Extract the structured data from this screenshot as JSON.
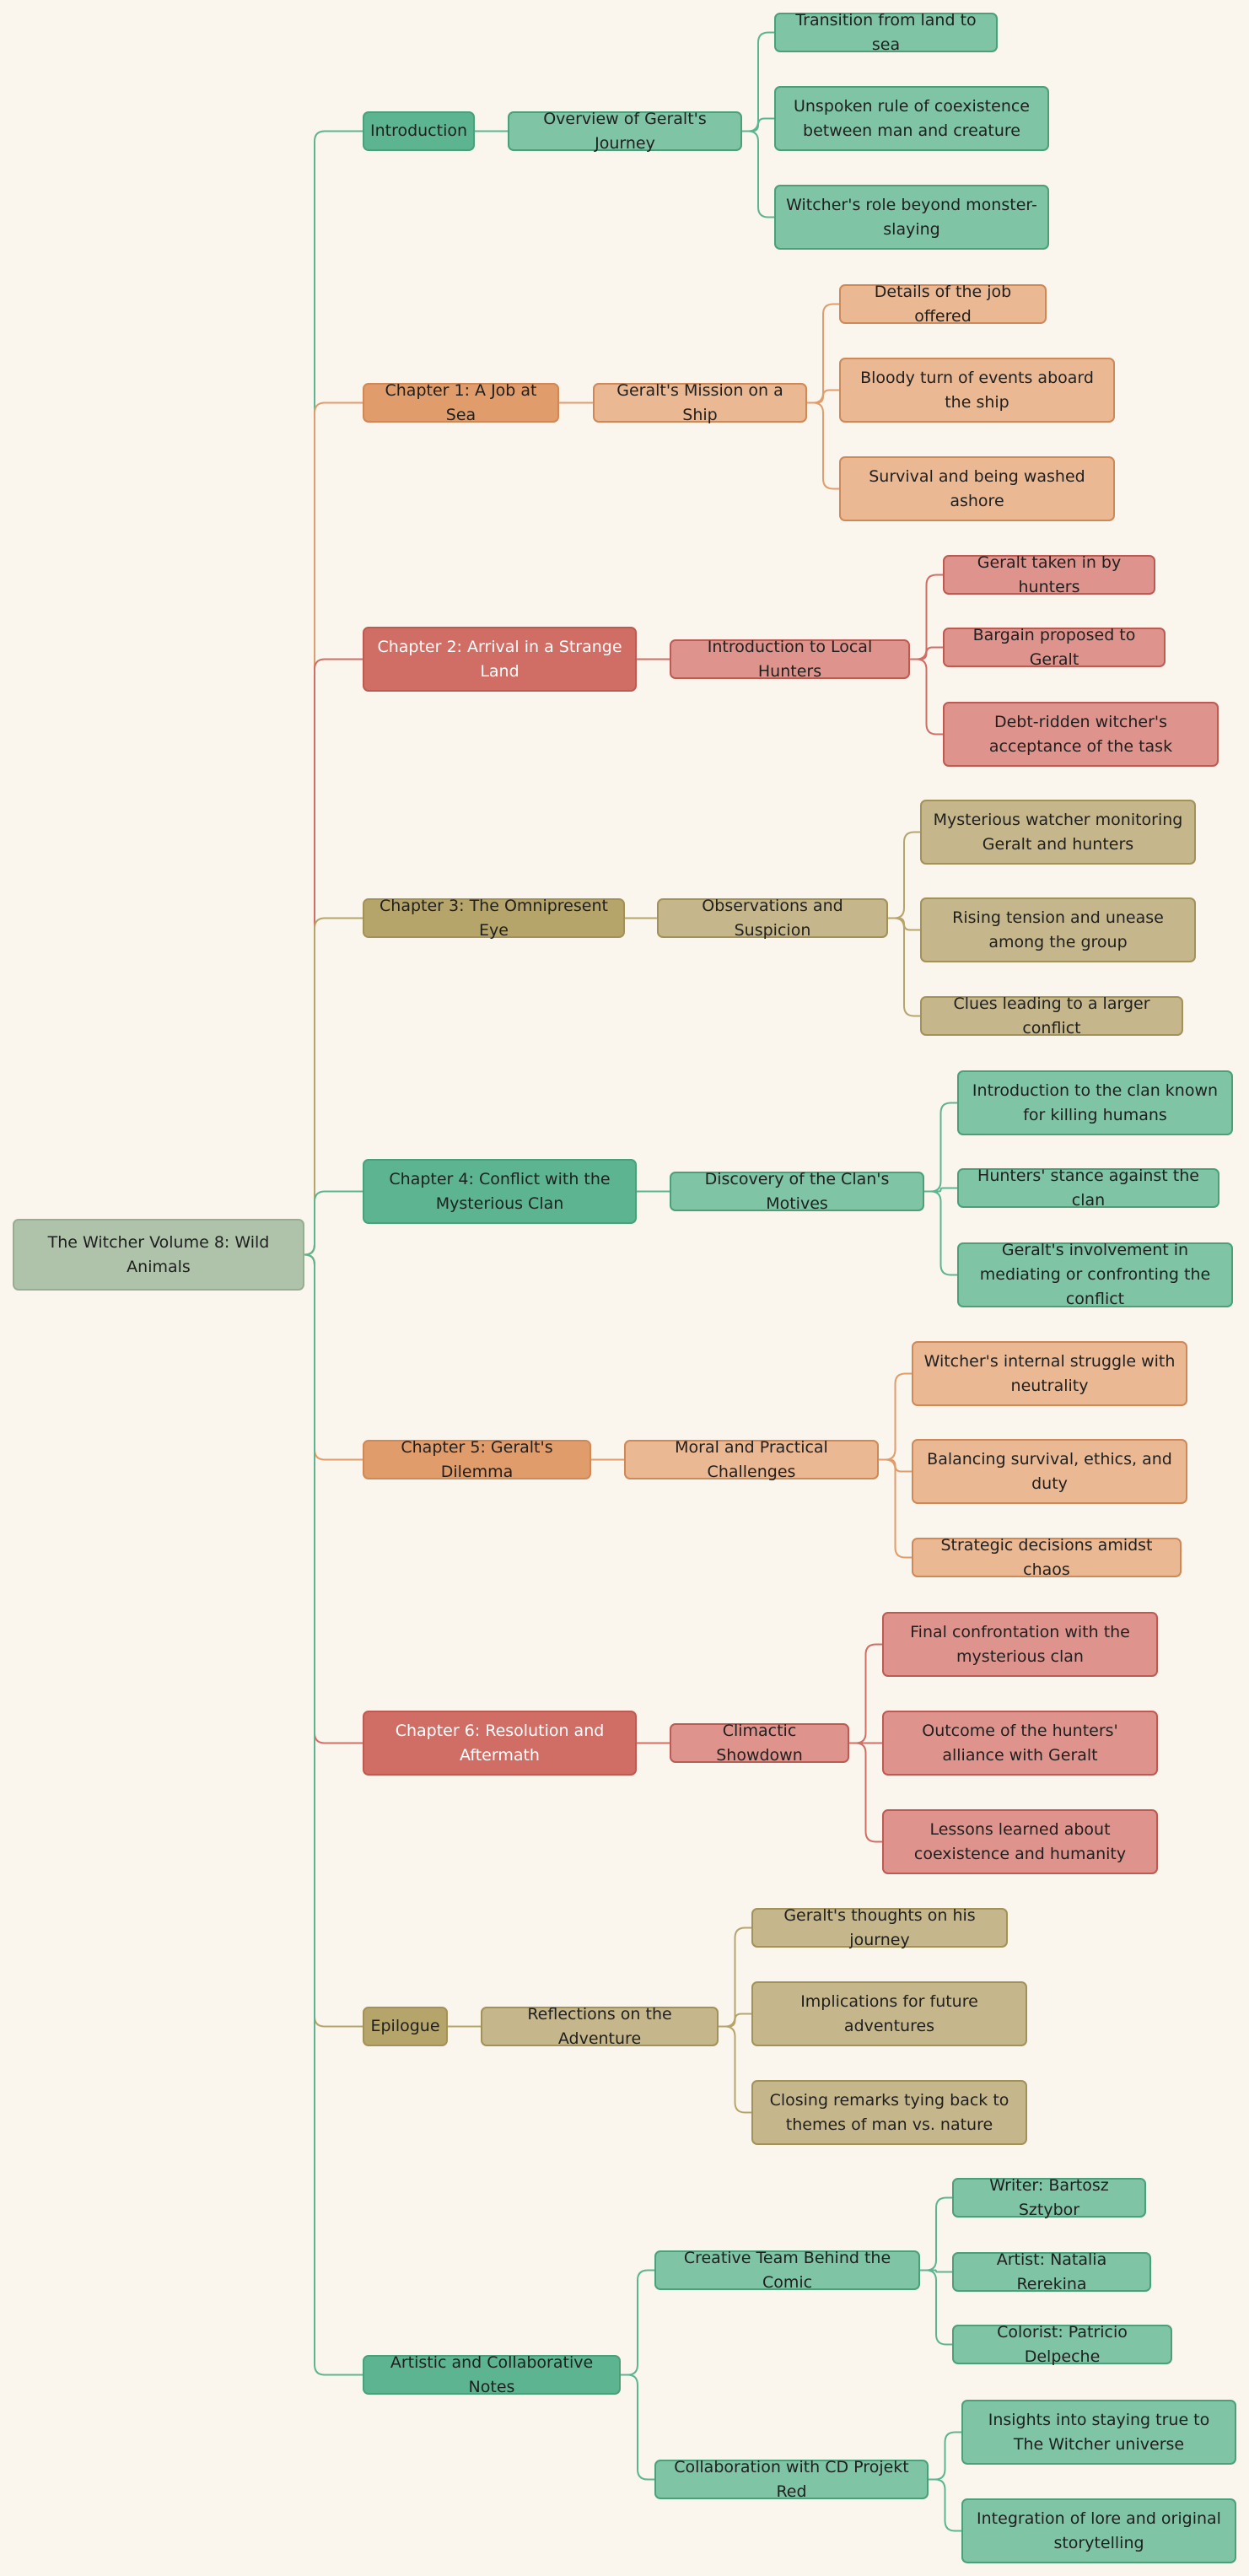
{
  "colors": {
    "background": "#faf5ed",
    "green": {
      "l1": "#5cb590",
      "l2": "#7fc4a5",
      "line": "#5cb590",
      "border": "#4aa079"
    },
    "orange": {
      "l1": "#e09c6a",
      "l2": "#eab893",
      "line": "#e09c6a",
      "border": "#cf8856"
    },
    "red": {
      "l1": "#d06e66",
      "l2": "#de948d",
      "line": "#d06e66",
      "border": "#bd5a52"
    },
    "olive": {
      "l1": "#b6a56a",
      "l2": "#c5b78b",
      "line": "#b6a56a",
      "border": "#a39257"
    },
    "root": {
      "fill": "#aec3a9",
      "border": "#97ad92"
    }
  },
  "mindmap": {
    "root": {
      "label": "The Witcher Volume 8: Wild Animals"
    },
    "branches": [
      {
        "label": "Introduction",
        "theme": "green",
        "children": [
          {
            "label": "Overview of Geralt's Journey",
            "children": [
              {
                "label": "Transition from land to sea"
              },
              {
                "label": "Unspoken rule of coexistence between man and creature"
              },
              {
                "label": "Witcher's role beyond monster-slaying"
              }
            ]
          }
        ]
      },
      {
        "label": "Chapter 1: A Job at Sea",
        "theme": "orange",
        "children": [
          {
            "label": "Geralt's Mission on a Ship",
            "children": [
              {
                "label": "Details of the job offered"
              },
              {
                "label": "Bloody turn of events aboard the ship"
              },
              {
                "label": "Survival and being washed ashore"
              }
            ]
          }
        ]
      },
      {
        "label": "Chapter 2: Arrival in a Strange Land",
        "theme": "red",
        "children": [
          {
            "label": "Introduction to Local Hunters",
            "children": [
              {
                "label": "Geralt taken in by hunters"
              },
              {
                "label": "Bargain proposed to Geralt"
              },
              {
                "label": "Debt-ridden witcher's acceptance of the task"
              }
            ]
          }
        ]
      },
      {
        "label": "Chapter 3: The Omnipresent Eye",
        "theme": "olive",
        "children": [
          {
            "label": "Observations and Suspicion",
            "children": [
              {
                "label": "Mysterious watcher monitoring Geralt and hunters"
              },
              {
                "label": "Rising tension and unease among the group"
              },
              {
                "label": "Clues leading to a larger conflict"
              }
            ]
          }
        ]
      },
      {
        "label": "Chapter 4: Conflict with the Mysterious Clan",
        "theme": "green",
        "children": [
          {
            "label": "Discovery of the Clan's Motives",
            "children": [
              {
                "label": "Introduction to the clan known for killing humans"
              },
              {
                "label": "Hunters' stance against the clan"
              },
              {
                "label": "Geralt's involvement in mediating or confronting the conflict"
              }
            ]
          }
        ]
      },
      {
        "label": "Chapter 5: Geralt's Dilemma",
        "theme": "orange",
        "children": [
          {
            "label": "Moral and Practical Challenges",
            "children": [
              {
                "label": "Witcher's internal struggle with neutrality"
              },
              {
                "label": "Balancing survival, ethics, and duty"
              },
              {
                "label": "Strategic decisions amidst chaos"
              }
            ]
          }
        ]
      },
      {
        "label": "Chapter 6: Resolution and Aftermath",
        "theme": "red",
        "children": [
          {
            "label": "Climactic Showdown",
            "children": [
              {
                "label": "Final confrontation with the mysterious clan"
              },
              {
                "label": "Outcome of the hunters' alliance with Geralt"
              },
              {
                "label": "Lessons learned about coexistence and humanity"
              }
            ]
          }
        ]
      },
      {
        "label": "Epilogue",
        "theme": "olive",
        "children": [
          {
            "label": "Reflections on the Adventure",
            "children": [
              {
                "label": "Geralt's thoughts on his journey"
              },
              {
                "label": "Implications for future adventures"
              },
              {
                "label": "Closing remarks tying back to themes of man vs. nature"
              }
            ]
          }
        ]
      },
      {
        "label": "Artistic and Collaborative Notes",
        "theme": "green",
        "children": [
          {
            "label": "Creative Team Behind the Comic",
            "children": [
              {
                "label": "Writer: Bartosz Sztybor"
              },
              {
                "label": "Artist: Natalia Rerekina"
              },
              {
                "label": "Colorist: Patricio Delpeche"
              }
            ]
          },
          {
            "label": "Collaboration with CD Projekt Red",
            "children": [
              {
                "label": "Insights into staying true to The Witcher universe"
              },
              {
                "label": "Integration of lore and original storytelling"
              }
            ]
          }
        ]
      }
    ]
  }
}
